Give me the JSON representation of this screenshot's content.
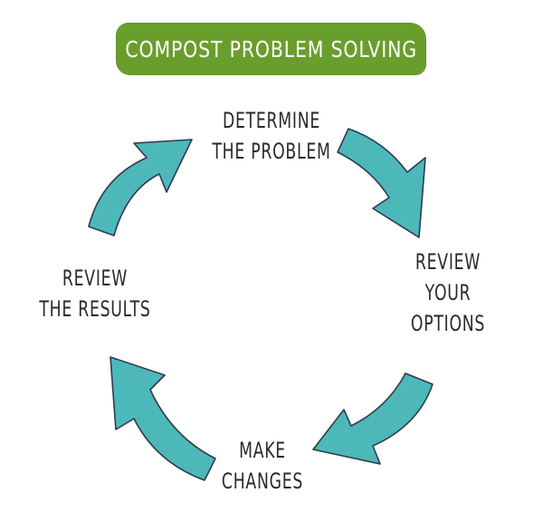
{
  "title": "COMPOST PROBLEM SOLVING",
  "colors": {
    "banner": "#6a9e2c",
    "arrow_fill": "#4db8ba",
    "arrow_outline": "#2e3b4a",
    "text": "#2a2a2a"
  },
  "steps": [
    {
      "lines": [
        "DETERMINE",
        "THE PROBLEM"
      ]
    },
    {
      "lines": [
        "REVIEW",
        "YOUR",
        "OPTIONS"
      ]
    },
    {
      "lines": [
        "MAKE",
        "CHANGES"
      ]
    },
    {
      "lines": [
        "REVIEW",
        "THE RESULTS"
      ]
    }
  ],
  "arrows": [
    "arrow-right-down-icon",
    "arrow-down-left-icon",
    "arrow-left-up-icon",
    "arrow-up-right-icon"
  ]
}
